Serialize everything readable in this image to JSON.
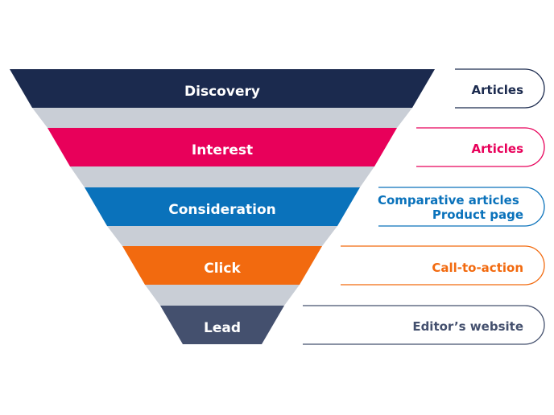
{
  "connector_color": "#c9ced6",
  "stages": [
    {
      "label": "Discovery",
      "color": "#1b2a4e",
      "channel_lines": [
        "Articles"
      ],
      "channel_color": "#1b2a4e"
    },
    {
      "label": "Interest",
      "color": "#e8005a",
      "channel_lines": [
        "Articles"
      ],
      "channel_color": "#e8005a"
    },
    {
      "label": "Consideration",
      "color": "#0a72bb",
      "channel_lines": [
        "Comparative articles",
        "Product page"
      ],
      "channel_color": "#0a72bb"
    },
    {
      "label": "Click",
      "color": "#f26a0f",
      "channel_lines": [
        "Call-to-action"
      ],
      "channel_color": "#f26a0f"
    },
    {
      "label": "Lead",
      "color": "#44506e",
      "channel_lines": [
        "Editor’s website"
      ],
      "channel_color": "#44506e"
    }
  ]
}
